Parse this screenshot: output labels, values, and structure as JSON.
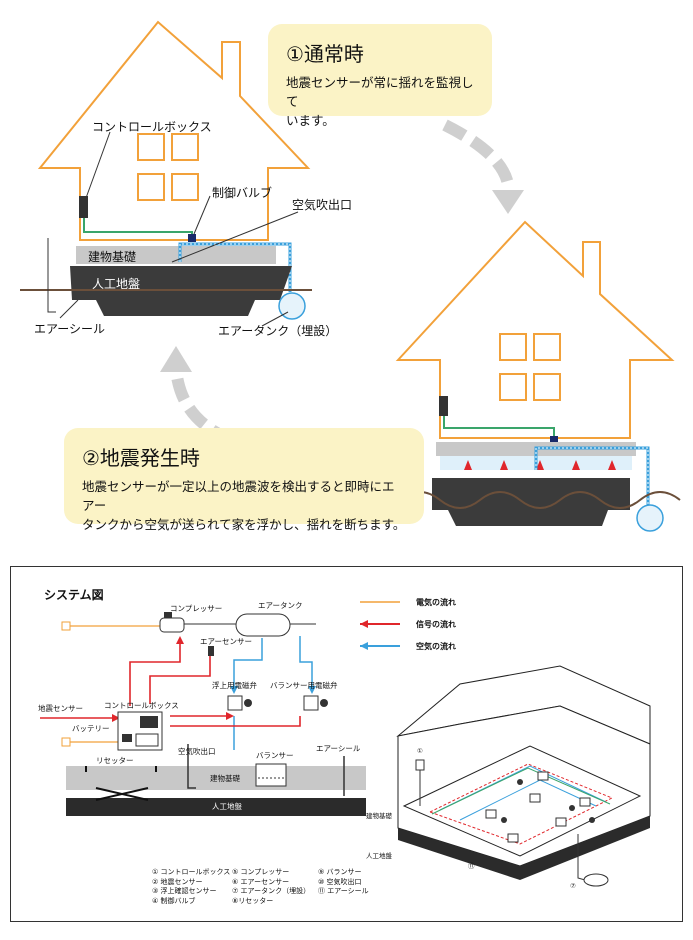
{
  "top": {
    "normal": {
      "title": "①通常時",
      "text_line1": "地震センサーが常に揺れを監視して",
      "text_line2": "います。"
    },
    "quake": {
      "title": "②地震発生時",
      "text_line1": "地震センサーが一定以上の地震波を検出すると即時にエアー",
      "text_line2": "タンクから空気が送られて家を浮かし、揺れを断ちます。"
    },
    "labels": {
      "control_box": "コントロールボックス",
      "control_valve": "制御バルブ",
      "air_outlet": "空気吹出口",
      "building_foundation": "建物基礎",
      "artificial_ground": "人工地盤",
      "air_seal": "エアーシール",
      "air_tank": "エアータンク（埋設）"
    }
  },
  "system": {
    "title": "システム図",
    "legend": [
      {
        "label": "電気の流れ",
        "color": "#f2a13a"
      },
      {
        "label": "信号の流れ",
        "color": "#e0262b"
      },
      {
        "label": "空気の流れ",
        "color": "#3aa0dc"
      }
    ],
    "components": {
      "compressor": "コンプレッサー",
      "air_tank": "エアータンク",
      "air_sensor": "エアーセンサー",
      "float_valve": "浮上用電磁弁",
      "balancer_valve": "バランサー用電磁弁",
      "seismic_sensor": "地震センサー",
      "control_box": "コントロールボックス",
      "battery": "バッテリー",
      "resetter": "リセッター",
      "air_outlet": "空気吹出口",
      "balancer": "バランサー",
      "air_seal": "エアーシール",
      "building_foundation": "建物基礎",
      "artificial_ground": "人工地盤"
    },
    "numbered_list": [
      "① コントロールボックス",
      "② 地震センサー",
      "③ 浮上確認センサー",
      "④ 制御バルブ",
      "⑤ コンプレッサー",
      "⑥ エアーセンサー",
      "⑦ エアータンク（埋設）",
      "⑧リセッター",
      "⑨ バランサー",
      "⑩ 空気吹出口",
      "⑪ エアーシール"
    ],
    "iso_labels": {
      "foundation": "建物基礎",
      "ground": "人工地盤",
      "n1": "①",
      "n7": "⑦",
      "n11": "⑪"
    }
  },
  "colors": {
    "house_outline": "#f2a13a",
    "note_bg": "#fbf3c6",
    "arrow_gray": "#cfcfcf",
    "ground_dark": "#3b3b3b",
    "foundation_gray": "#c8c8c8",
    "soil_line": "#6b4f3a",
    "pipe_green": "#3aa56b",
    "air_blue": "#3aa0dc",
    "signal_red": "#e0262b",
    "electric_orange": "#f2a13a"
  }
}
